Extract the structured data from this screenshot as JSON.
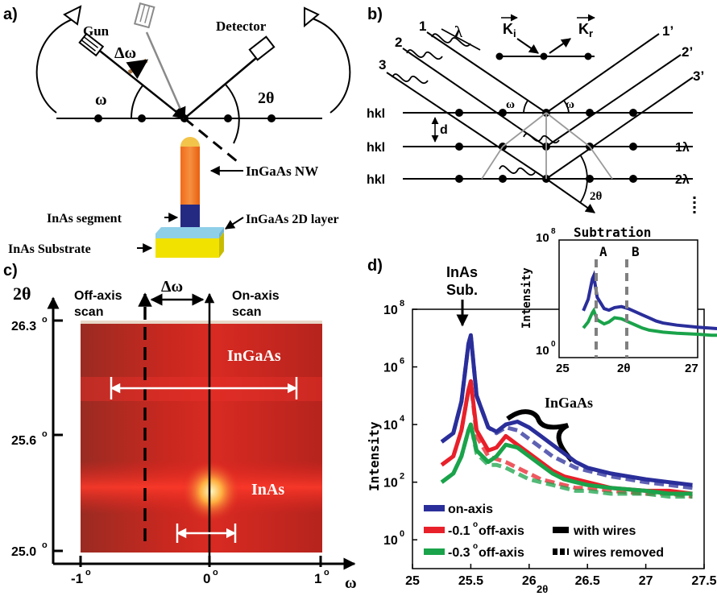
{
  "panel_a": {
    "label": "a)",
    "gun": "Gun",
    "detector": "Detector",
    "delta_omega": "Δω",
    "omega": "ω",
    "two_theta": "2θ",
    "nw": "InGaAs NW",
    "segment": "InAs segment",
    "layer": "InGaAs 2D layer",
    "substrate": "InAs Substrate",
    "colors": {
      "nw_top": "#f2c44a",
      "nw_body": "#f07a22",
      "segment": "#242a82",
      "layer": "#8fcfe8",
      "substrate": "#f2e200",
      "arrow": "#a07040"
    }
  },
  "panel_b": {
    "label": "b)",
    "beams_in": [
      "1",
      "2",
      "3"
    ],
    "beams_out": [
      "1’",
      "2’",
      "3’"
    ],
    "lambda": "λ",
    "ki": "K",
    "ki_sub": "i",
    "kr": "K",
    "kr_sub": "r",
    "planes": [
      "hkl",
      "hkl",
      "hkl"
    ],
    "d": "d",
    "omega": "ω",
    "path_diff": [
      "1λ",
      "2λ"
    ],
    "two_theta": "2θ"
  },
  "panel_c": {
    "label": "c)",
    "y_axis": "2θ",
    "x_axis": "ω",
    "off_axis": [
      "Off-axis",
      "scan"
    ],
    "on_axis": [
      "On-axis",
      "scan"
    ],
    "delta_omega": "Δω",
    "ingaas": "InGaAs",
    "inas": "InAs",
    "y_ticks": [
      "26.3",
      "25.6",
      "25.0"
    ],
    "x_ticks": [
      "-1",
      "0",
      "1"
    ],
    "deg": "o"
  },
  "panel_d": {
    "label": "d)",
    "annotation_sub": [
      "InAs",
      "Sub."
    ],
    "annotation_ingaas": "InGaAs",
    "ylabel": "Intensity",
    "xlabel": "2θ",
    "y_ticks": [
      {
        "base": "10",
        "exp": "8"
      },
      {
        "base": "10",
        "exp": "6"
      },
      {
        "base": "10",
        "exp": "4"
      },
      {
        "base": "10",
        "exp": "2"
      },
      {
        "base": "10",
        "exp": "0"
      }
    ],
    "x_ticks": [
      "25",
      "25.5",
      "26",
      "26.5",
      "27",
      "27.5"
    ],
    "legend": [
      {
        "label": "on-axis",
        "color": "#2a2e9a"
      },
      {
        "label": "-0.1",
        "deg": "o",
        "suffix": "off-axis",
        "color": "#e8202a"
      },
      {
        "label": "-0.3",
        "deg": "o",
        "suffix": "off-axis",
        "color": "#1aa34a"
      }
    ],
    "legend_style": [
      {
        "label": "with wires"
      },
      {
        "label": "wires removed"
      }
    ]
  },
  "inset": {
    "title": "Subtration",
    "ylabel": "Intensity",
    "markers": [
      "A",
      "B"
    ],
    "x_ticks": [
      "25",
      "2θ",
      "27"
    ],
    "y_ticks": [
      {
        "base": "10",
        "exp": "8"
      },
      {
        "base": "10",
        "exp": "0"
      }
    ]
  },
  "chart_data": {
    "type": "line",
    "title": "",
    "xlabel": "2θ",
    "ylabel": "Intensity",
    "xlim": [
      25,
      27.5
    ],
    "ylim_log10": [
      -1,
      8
    ],
    "series": [
      {
        "name": "on-axis",
        "style": "with wires",
        "x": [
          25.25,
          25.35,
          25.42,
          25.48,
          25.5,
          25.55,
          25.65,
          25.72,
          25.8,
          25.9,
          26.0,
          26.1,
          26.2,
          26.3,
          26.4,
          26.5,
          26.7,
          27.0,
          27.2,
          27.4
        ],
        "log10_y": [
          3.4,
          3.7,
          4.8,
          6.8,
          7.1,
          5.0,
          3.9,
          3.75,
          4.0,
          4.1,
          3.9,
          3.6,
          3.3,
          3.0,
          2.7,
          2.5,
          2.3,
          2.1,
          2.0,
          1.9
        ]
      },
      {
        "name": "-0.1° off-axis",
        "style": "with wires",
        "x": [
          25.25,
          25.35,
          25.42,
          25.48,
          25.5,
          25.55,
          25.65,
          25.72,
          25.8,
          25.9,
          26.0,
          26.1,
          26.2,
          26.3,
          26.4,
          26.5,
          26.7,
          27.0,
          27.2,
          27.4
        ],
        "log10_y": [
          2.6,
          2.9,
          3.8,
          5.2,
          5.5,
          3.8,
          3.1,
          3.2,
          3.6,
          3.3,
          3.0,
          2.7,
          2.4,
          2.2,
          2.1,
          2.0,
          1.8,
          1.7,
          1.7,
          1.6
        ]
      },
      {
        "name": "-0.3° off-axis",
        "style": "with wires",
        "x": [
          25.25,
          25.35,
          25.42,
          25.48,
          25.5,
          25.55,
          25.65,
          25.72,
          25.8,
          25.9,
          26.0,
          26.1,
          26.2,
          26.3,
          26.4,
          26.5,
          26.7,
          27.0,
          27.2,
          27.4
        ],
        "log10_y": [
          2.0,
          2.3,
          2.9,
          3.8,
          4.0,
          3.1,
          2.7,
          2.9,
          3.3,
          3.2,
          2.9,
          2.6,
          2.3,
          2.1,
          2.0,
          1.9,
          1.8,
          1.7,
          1.6,
          1.6
        ]
      },
      {
        "name": "on-axis",
        "style": "wires removed",
        "x": [
          25.25,
          25.35,
          25.42,
          25.48,
          25.5,
          25.55,
          25.65,
          25.72,
          25.8,
          25.9,
          26.0,
          26.1,
          26.2,
          26.3,
          26.4,
          26.5,
          26.7,
          27.0,
          27.2,
          27.4
        ],
        "log10_y": [
          3.4,
          3.7,
          4.8,
          6.8,
          7.1,
          5.0,
          3.9,
          3.7,
          3.9,
          3.8,
          3.5,
          3.2,
          2.9,
          2.7,
          2.5,
          2.4,
          2.2,
          2.0,
          1.9,
          1.8
        ]
      },
      {
        "name": "-0.1° off-axis",
        "style": "wires removed",
        "x": [
          25.25,
          25.35,
          25.42,
          25.48,
          25.5,
          25.55,
          25.65,
          25.72,
          25.8,
          25.9,
          26.0,
          26.1,
          26.2,
          26.3,
          26.4,
          26.5,
          26.7,
          27.0,
          27.2,
          27.4
        ],
        "log10_y": [
          2.6,
          2.9,
          3.8,
          5.2,
          5.5,
          3.6,
          2.9,
          2.8,
          2.7,
          2.5,
          2.3,
          2.1,
          2.0,
          1.9,
          1.8,
          1.8,
          1.7,
          1.6,
          1.6,
          1.5
        ]
      },
      {
        "name": "-0.3° off-axis",
        "style": "wires removed",
        "x": [
          25.25,
          25.35,
          25.42,
          25.48,
          25.5,
          25.55,
          25.65,
          25.72,
          25.8,
          25.9,
          26.0,
          26.1,
          26.2,
          26.3,
          26.4,
          26.5,
          26.7,
          27.0,
          27.2,
          27.4
        ],
        "log10_y": [
          2.0,
          2.3,
          2.9,
          3.8,
          4.0,
          3.0,
          2.6,
          2.6,
          2.5,
          2.3,
          2.1,
          2.0,
          1.9,
          1.8,
          1.7,
          1.7,
          1.6,
          1.6,
          1.5,
          1.5
        ]
      }
    ]
  }
}
